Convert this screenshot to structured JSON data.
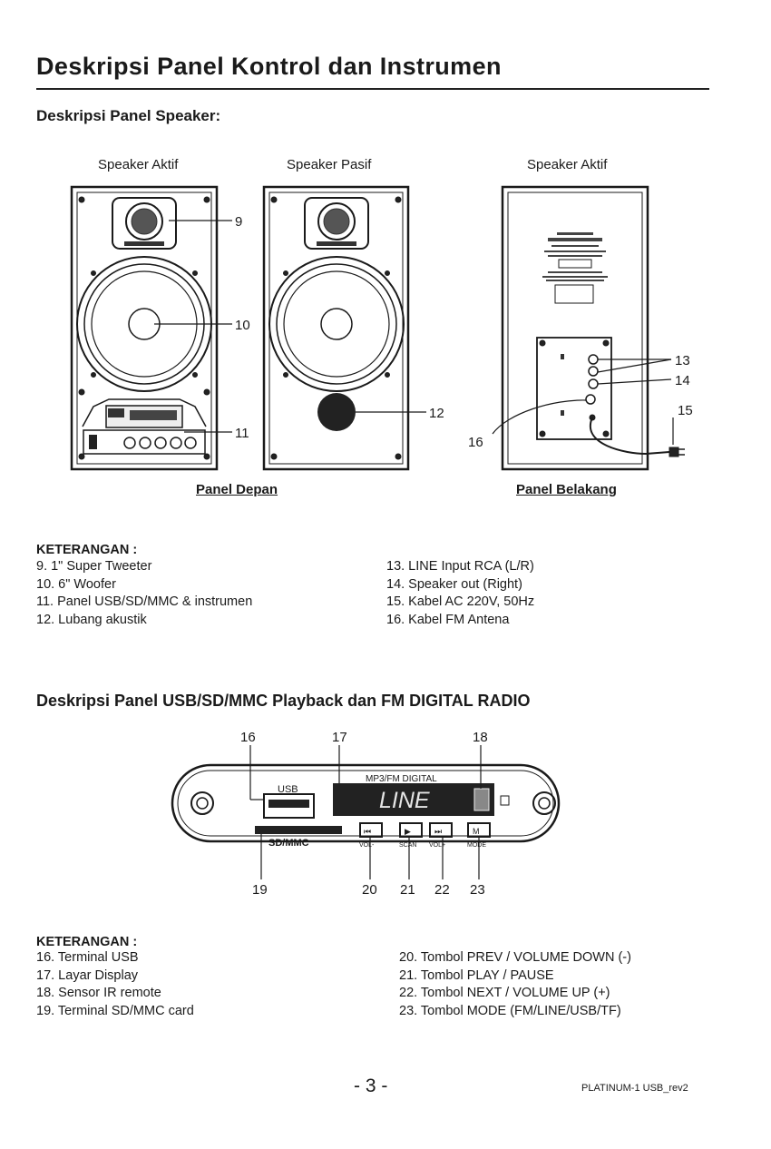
{
  "header": {
    "title": "Deskripsi Panel Kontrol dan Instrumen",
    "section1_title": "Deskripsi Panel Speaker:"
  },
  "speakers": {
    "labels": [
      "Speaker Aktif",
      "Speaker Pasif",
      "Speaker Aktif"
    ],
    "front_caption": "Panel Depan",
    "back_caption": "Panel Belakang",
    "callouts": [
      "9",
      "10",
      "11",
      "12",
      "13",
      "14",
      "15",
      "16"
    ]
  },
  "keterangan1": {
    "heading": "KETERANGAN :",
    "left": [
      "9.   1\" Super Tweeter",
      "10.  6\" Woofer",
      "11.  Panel USB/SD/MMC & instrumen",
      "12.  Lubang akustik"
    ],
    "right": [
      "13.  LINE Input RCA (L/R)",
      "14.  Speaker out (Right)",
      "15.  Kabel AC 220V, 50Hz",
      "16.   Kabel FM Antena"
    ]
  },
  "section2": {
    "title": "Deskripsi Panel USB/SD/MMC Playback dan FM DIGITAL RADIO",
    "usb_label": "USB",
    "display_label": "MP3/FM DIGITAL",
    "display_text": "LINE",
    "sd_label": "SD/MMC",
    "button_labels": [
      "VOL-",
      "SCAN",
      "VOL+",
      "MODE"
    ],
    "callouts_top": [
      "16",
      "17",
      "18"
    ],
    "callouts_bottom": [
      "19",
      "20",
      "21",
      "22",
      "23"
    ]
  },
  "keterangan2": {
    "heading": "KETERANGAN :",
    "left": [
      "16.  Terminal USB",
      "17.  Layar Display",
      "18.  Sensor IR remote",
      "19.  Terminal SD/MMC card"
    ],
    "right": [
      "20.  Tombol PREV / VOLUME DOWN (-)",
      "21.  Tombol PLAY / PAUSE",
      "22.  Tombol NEXT / VOLUME UP (+)",
      "23.  Tombol MODE (FM/LINE/USB/TF)"
    ]
  },
  "footer": {
    "page_number": "- 3 -",
    "doc_code": "PLATINUM-1 USB_rev2"
  }
}
